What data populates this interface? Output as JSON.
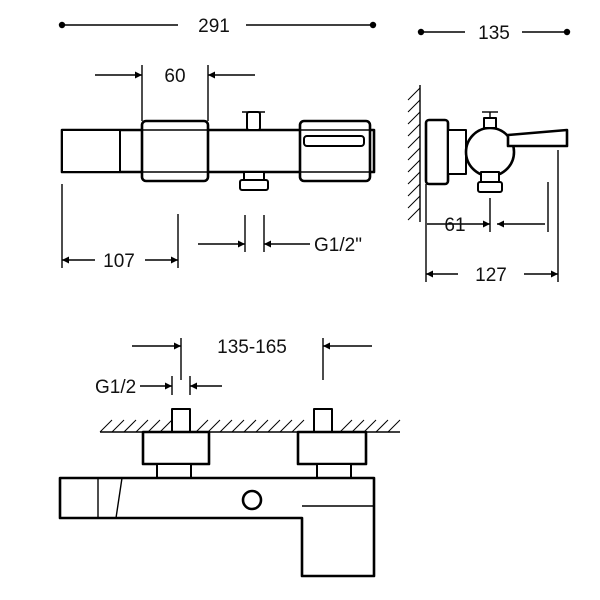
{
  "dimensions": {
    "total_length": "291",
    "depth": "135",
    "handle_width": "60",
    "left_offset": "107",
    "inlet_thread": "G1/2\"",
    "wall_to_spout": "61",
    "wall_to_front": "127",
    "center_distance": "135-165",
    "connection_thread": "G1/2"
  }
}
